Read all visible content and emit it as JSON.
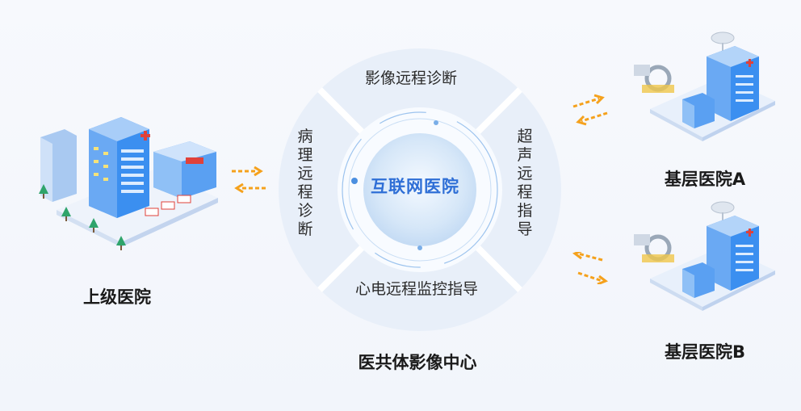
{
  "center": {
    "title": "互联网医院"
  },
  "ring_segments": {
    "top": "影像远程诊断",
    "left": "病理远程诊断",
    "right": "超声远程指导",
    "bottom": "心电远程监控指导"
  },
  "caption": "医共体影像中心",
  "nodes": {
    "upper_hospital": "上级医院",
    "grassroots_a": "基层医院A",
    "grassroots_b": "基层医院B"
  },
  "colors": {
    "ring_outer": "#e7eef9",
    "ring_divider": "#ffffff",
    "center_fill": "#d8e8f8",
    "center_text": "#2f6fd6",
    "arrow_orange": "#f5a11c",
    "building_blue": "#3b8ff0"
  },
  "icons": [
    "hospital-building-icon",
    "clinic-building-icon",
    "ambulance-icon",
    "tree-icon",
    "satellite-dish-icon",
    "exchange-arrows-icon"
  ]
}
